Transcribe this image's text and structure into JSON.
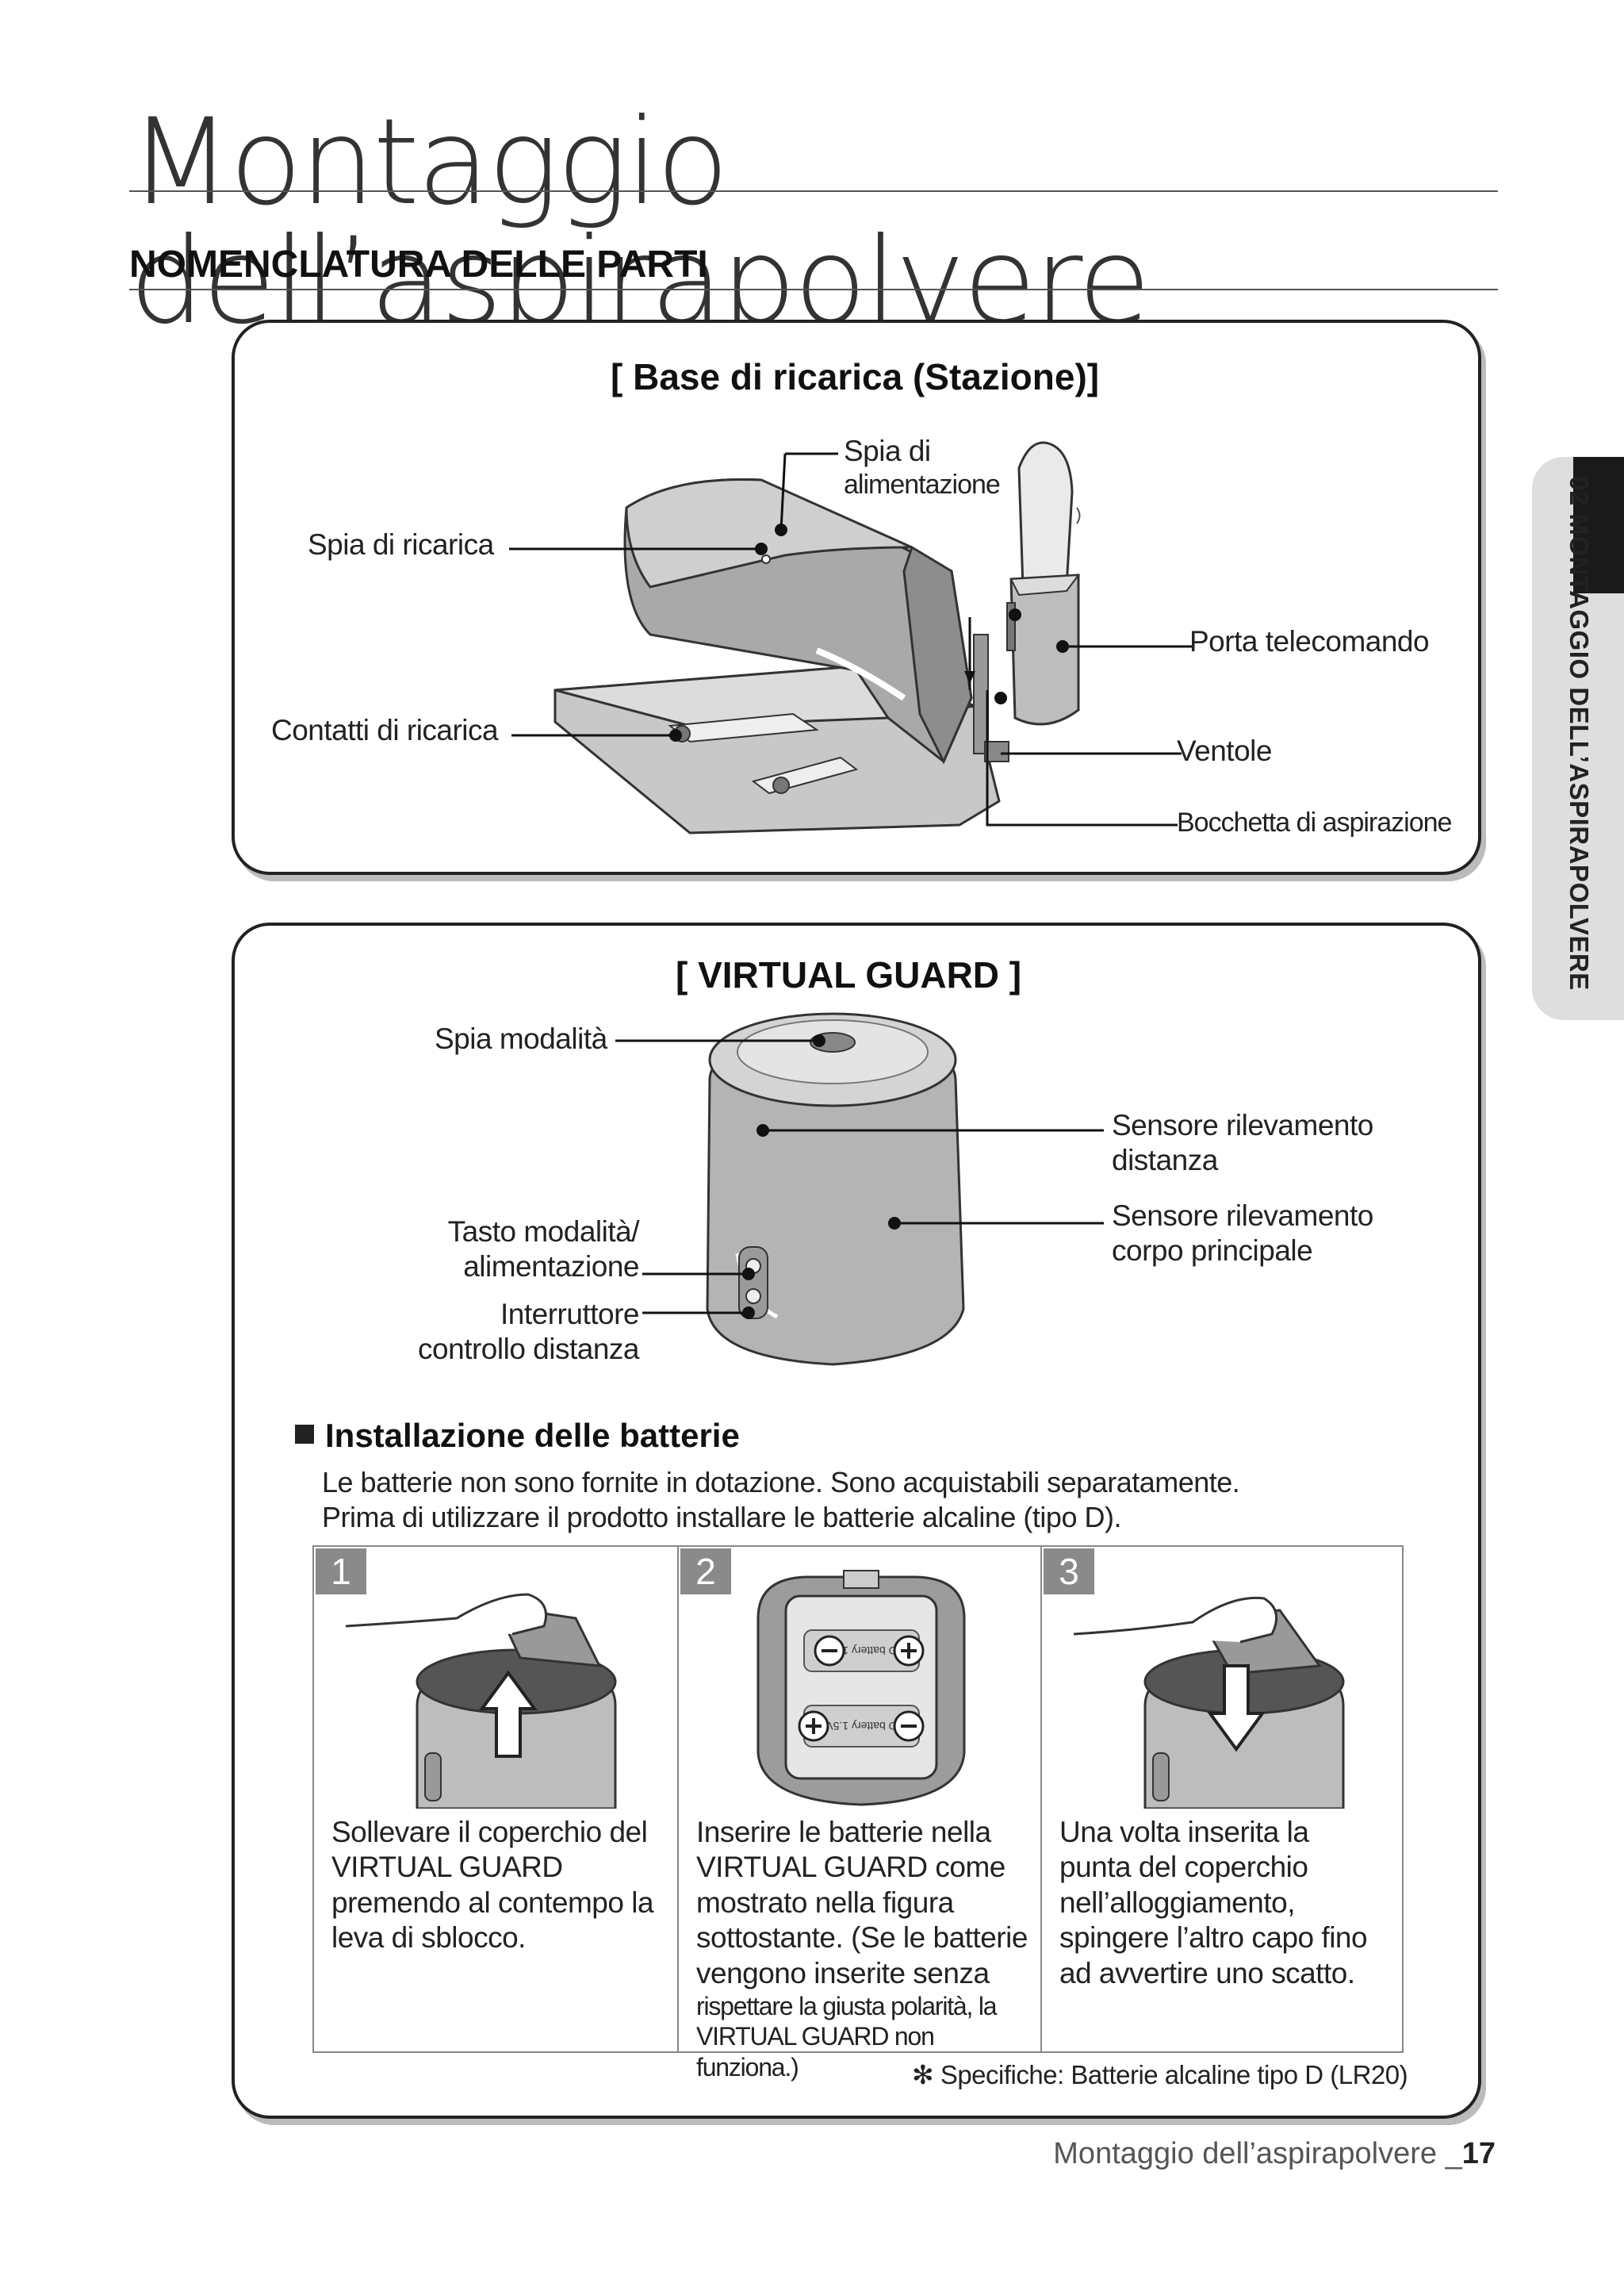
{
  "page": {
    "title": "Montaggio dell’aspirapolvere",
    "subtitle": "NOMENCLATURA DELLE PARTI",
    "side_tab": "02  MONTAGGIO DELL’ASPIRAPOLVERE",
    "footer_text": "Montaggio dell’aspirapolvere _",
    "page_number": "17"
  },
  "station": {
    "title": "[ Base di ricarica (Stazione)]",
    "labels": {
      "power_light_line1": "Spia di",
      "power_light_line2": "alimentazione",
      "charge_light": "Spia di ricarica",
      "remote_holder": "Porta telecomando",
      "charge_contacts": "Contatti di ricarica",
      "fans": "Ventole",
      "suction_nozzle": "Bocchetta di aspirazione"
    }
  },
  "virtual_guard": {
    "title": "[ VIRTUAL GUARD ]",
    "labels": {
      "mode_light": "Spia modalità",
      "distance_sensor_line1": "Sensore rilevamento",
      "distance_sensor_line2": "distanza",
      "body_sensor_line1": "Sensore rilevamento",
      "body_sensor_line2": "corpo principale",
      "mode_power_key_line1": "Tasto modalità/",
      "mode_power_key_line2": "alimentazione",
      "distance_switch_line1": "Interruttore",
      "distance_switch_line2": "controllo distanza"
    }
  },
  "batteries": {
    "heading": "Installazione delle batterie",
    "line1": "Le batterie non sono fornite in dotazione. Sono acquistabili separatamente.",
    "line2": "Prima di utilizzare il prodotto installare le batterie alcaline (tipo D).",
    "battery_label": "D battery 1.5V",
    "steps": [
      {
        "num": "1",
        "lines": [
          "Sollevare il coperchio del",
          "VIRTUAL GUARD",
          "premendo al contempo la",
          "leva di sblocco."
        ],
        "small_lines": []
      },
      {
        "num": "2",
        "lines": [
          "Inserire le batterie nella",
          "VIRTUAL GUARD come",
          "mostrato nella figura",
          "sottostante. (Se le batterie",
          "vengono inserite senza"
        ],
        "small_lines": [
          "rispettare la giusta polarità, la",
          "VIRTUAL GUARD non funziona.)"
        ]
      },
      {
        "num": "3",
        "lines": [
          "Una volta inserita la",
          "punta del coperchio",
          "nell’alloggiamento,",
          "spingere l’altro capo fino",
          "ad avvertire uno scatto."
        ],
        "small_lines": []
      }
    ],
    "spec": "✻ Specifiche: Batterie alcaline tipo D (LR20)"
  }
}
